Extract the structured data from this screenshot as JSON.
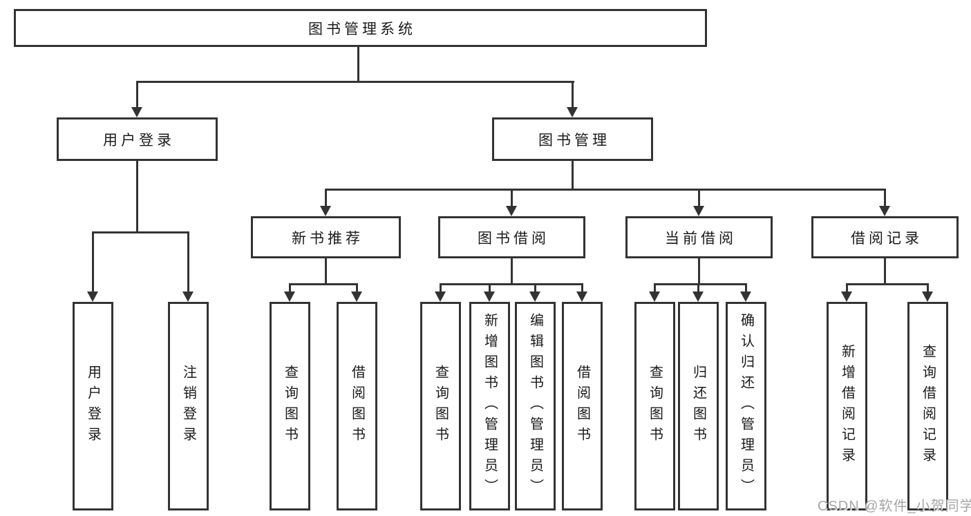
{
  "diagram_title": "图书管理系统",
  "tree": {
    "root": "图书管理系统",
    "branches": [
      {
        "label": "用户登录",
        "children": [
          {
            "label": "用户登录"
          },
          {
            "label": "注销登录"
          }
        ]
      },
      {
        "label": "图书管理",
        "children": [
          {
            "label": "新书推荐",
            "children": [
              {
                "label": "查询图书"
              },
              {
                "label": "借阅图书"
              }
            ]
          },
          {
            "label": "图书借阅",
            "children": [
              {
                "label": "查询图书"
              },
              {
                "label": "新增图书（管理员）"
              },
              {
                "label": "编辑图书（管理员）"
              },
              {
                "label": "借阅图书"
              }
            ]
          },
          {
            "label": "当前借阅",
            "children": [
              {
                "label": "查询图书"
              },
              {
                "label": "归还图书"
              },
              {
                "label": "确认归还（管理员）"
              }
            ]
          },
          {
            "label": "借阅记录",
            "children": [
              {
                "label": "新增借阅记录"
              },
              {
                "label": "查询借阅记录"
              }
            ]
          }
        ]
      }
    ]
  },
  "watermark": "CSDN @软件_小贺同学",
  "colors": {
    "line": "#333333",
    "box_background": "#ffffff",
    "text": "#1a1a1a",
    "watermark": "#a6a6a6"
  }
}
